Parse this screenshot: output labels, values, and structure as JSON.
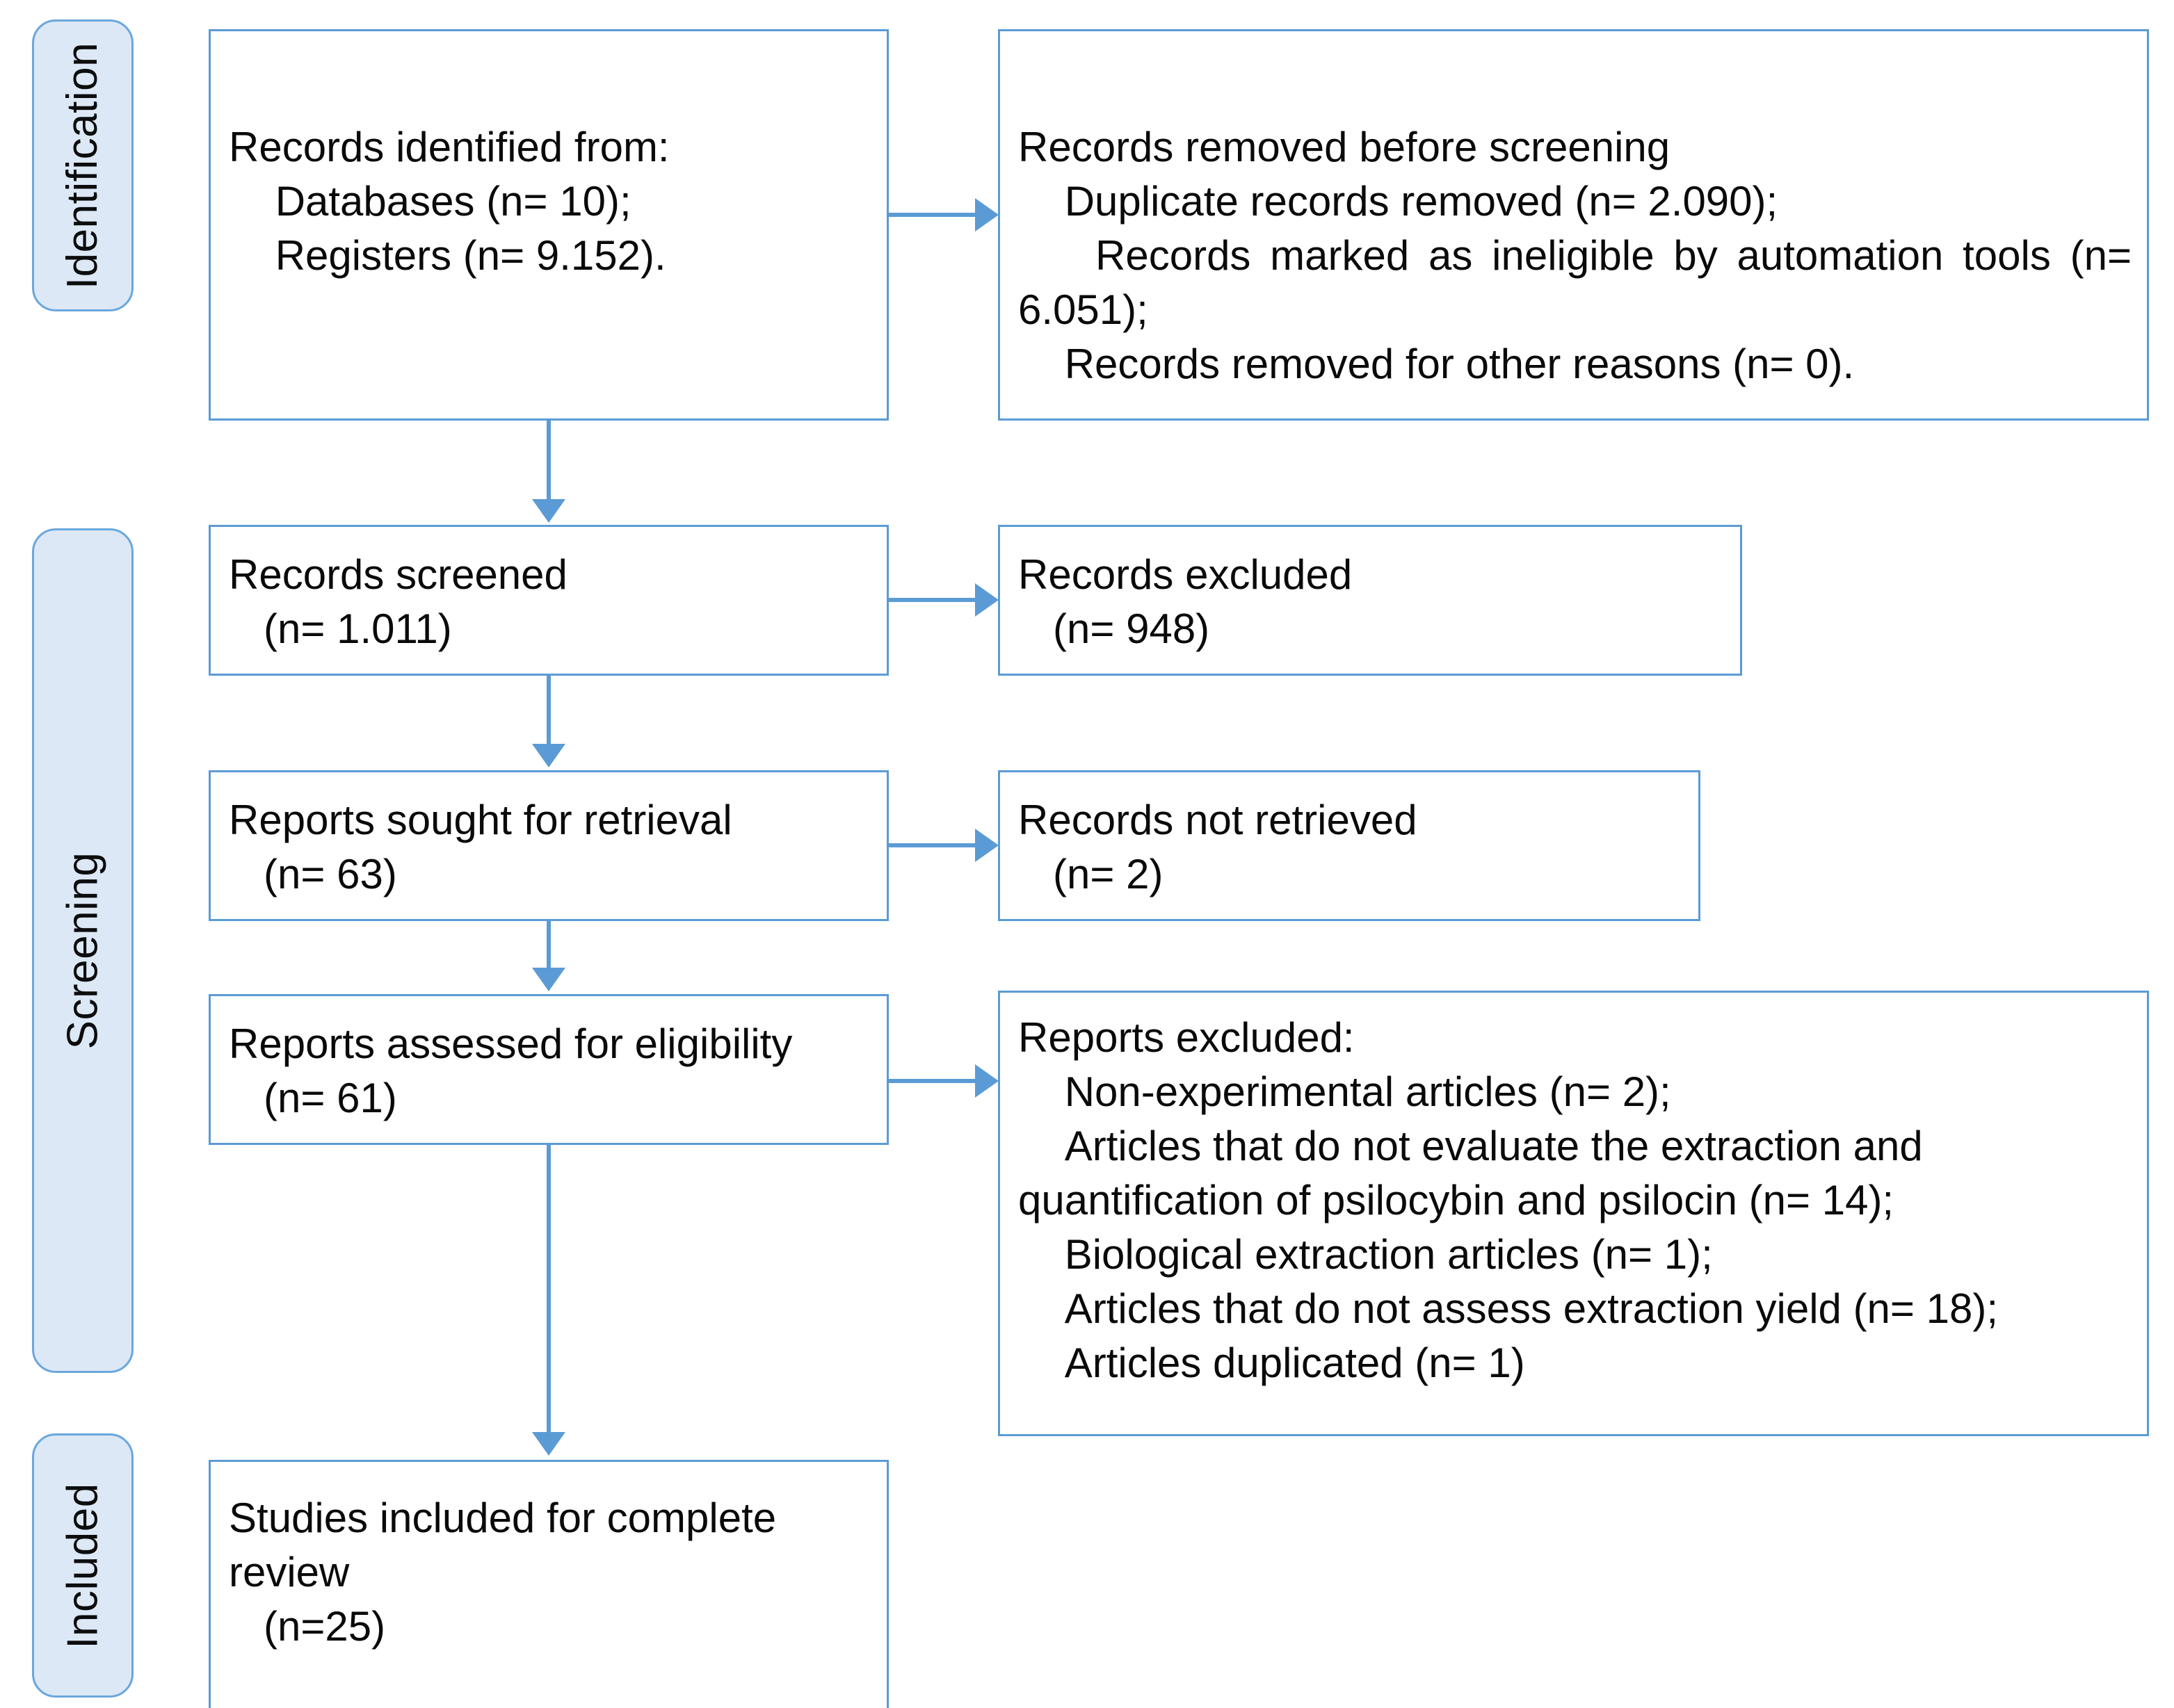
{
  "diagram": {
    "title": "PRISMA 2020 flow diagram",
    "accent_color": "#5b9bd5",
    "pill_fill_color": "#dce8f6",
    "box_border_color": "#5b9bd5",
    "text_color": "#0a0a0a"
  },
  "phases": {
    "identification": "Identification",
    "screening": "Screening",
    "included": "Included"
  },
  "boxes": {
    "records_identified": "Records identified from:\n    Databases (n= 10);\n    Registers (n= 9.152).",
    "records_removed": "Records removed before screening\n    Duplicate records removed (n= 2.090);\n    Records marked as ineligible by automation tools (n= 6.051);\n    Records removed for other reasons (n= 0).",
    "records_screened": "Records screened\n   (n= 1.011)",
    "records_excluded": "Records excluded\n   (n= 948)",
    "reports_sought": "Reports sought for retrieval\n   (n= 63)",
    "records_not_retrieved": "Records not retrieved\n   (n= 2)",
    "reports_assessed": "Reports assessed for eligibility\n   (n= 61)",
    "reports_excluded": "Reports excluded:\n    Non-experimental articles (n= 2);\n    Articles that do not evaluate the extraction and quantification of psilocybin and psilocin (n= 14);\n    Biological extraction articles (n= 1);\n    Articles that do not assess extraction yield (n= 18);\n    Articles duplicated (n= 1)",
    "studies_included": "Studies included for complete review\n   (n=25)"
  },
  "counts": {
    "databases": 10,
    "registers": "9.152",
    "duplicate_records_removed": "2.090",
    "ineligible_by_automation_tools": "6.051",
    "removed_other_reasons": 0,
    "records_screened": "1.011",
    "records_excluded": 948,
    "reports_sought_for_retrieval": 63,
    "records_not_retrieved": 2,
    "reports_assessed_for_eligibility": 61,
    "excluded_non_experimental": 2,
    "excluded_no_extraction_quantification": 14,
    "excluded_biological_extraction": 1,
    "excluded_no_extraction_yield": 18,
    "excluded_duplicated": 1,
    "studies_included": 25
  }
}
